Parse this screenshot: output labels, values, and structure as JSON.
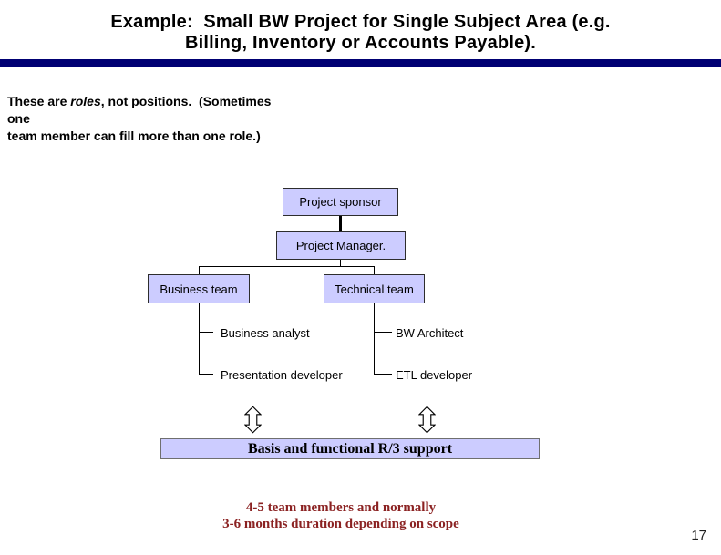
{
  "slide": {
    "page_number": "17",
    "title_line1": "Example:  Small BW Project for Single Subject Area (e.g.",
    "title_line2": "Billing, Inventory or Accounts Payable)."
  },
  "intro": {
    "line1_part1": "These are ",
    "line1_italic": "roles",
    "line1_part2": ", not positions.  (Sometimes",
    "line2": "one",
    "line3": "team member can fill more than one role.)"
  },
  "org_chart": {
    "sponsor_label": "Project sponsor",
    "manager_label": "Project Manager.",
    "business_team_label": "Business team",
    "technical_team_label": "Technical team",
    "business_roles": [
      "Business analyst",
      "Presentation developer"
    ],
    "technical_roles": [
      "BW Architect",
      "ETL developer"
    ]
  },
  "support": {
    "label": "Basis and functional R/3 support"
  },
  "note": {
    "line1": "4-5 team members and normally",
    "line2": "3-6 months duration depending on scope"
  },
  "icons": {
    "left_arrow": "double-vertical-arrow",
    "right_arrow": "double-vertical-arrow"
  },
  "colors": {
    "accent_bar": "#000073",
    "box_fill": "#CCCCFF",
    "box_border": "#2D2D2D",
    "support_box_border": "#6F6F6F",
    "note_text": "#8B2222",
    "connector": "#000000"
  }
}
